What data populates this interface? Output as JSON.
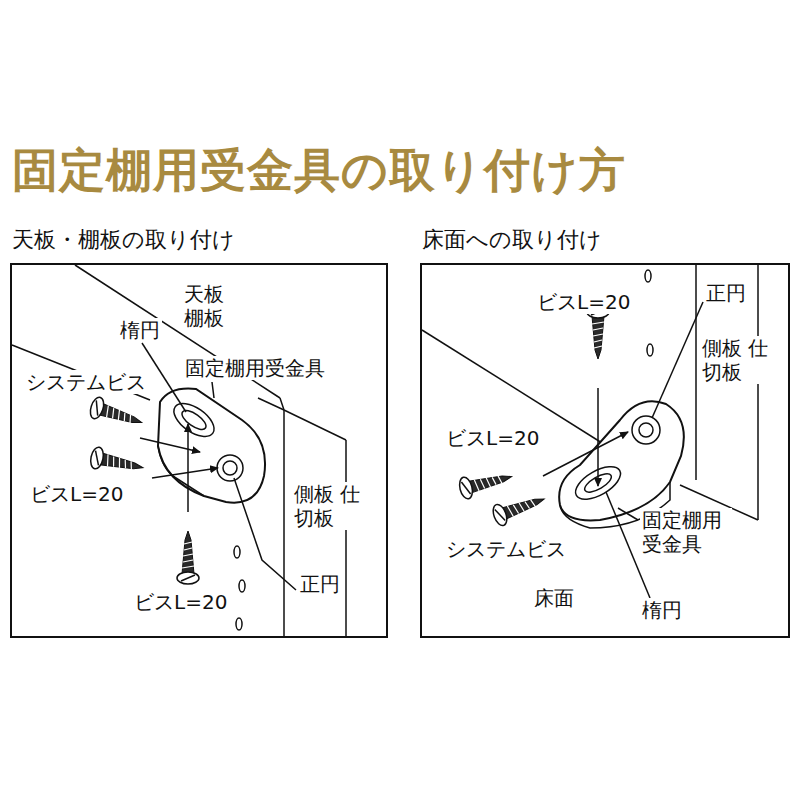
{
  "diagram": {
    "title": "固定棚用受金具の取り付け方",
    "nodes": [
      {
        "text": [
          "天板・棚板の取り付け"
        ]
      },
      {
        "text": [
          "床面への取り付け"
        ]
      }
    ],
    "labels": [
      "天板 棚板",
      "楕円",
      "固定棚用受金具",
      "システムビス",
      "ビスL=20",
      "ビスL=20",
      "側板 仕切板",
      "正円",
      "ビスL=20",
      "正円",
      "側板 仕切板",
      "ビスL=20",
      "固定棚用 受金具",
      "システムビス",
      "床面",
      "楕円"
    ]
  }
}
